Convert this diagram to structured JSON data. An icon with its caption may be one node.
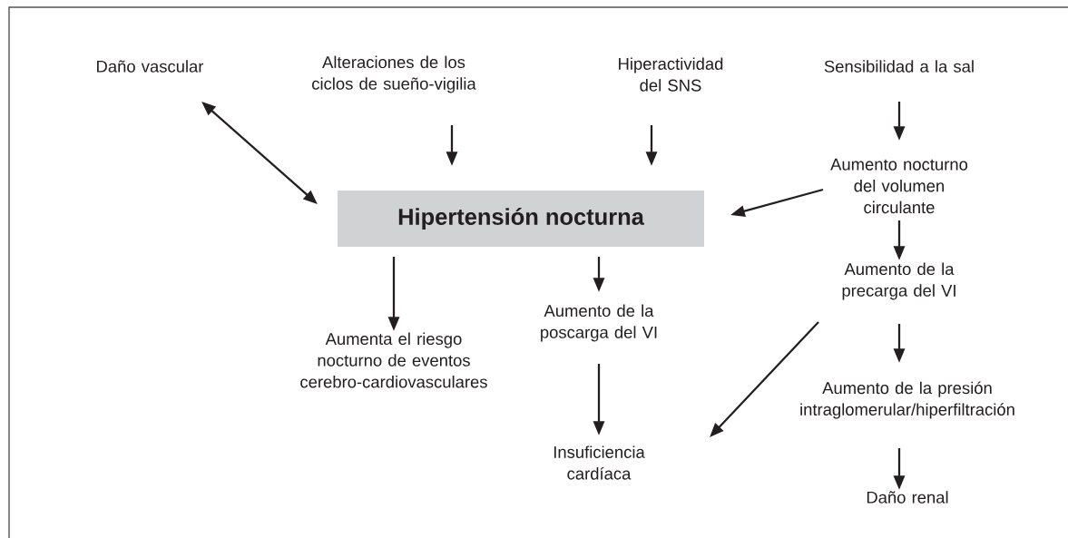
{
  "diagram": {
    "nodes": [
      {
        "text": [
          "Daño vascular"
        ]
      },
      {
        "text": [
          "Alteraciones de los ciclos de sueño-vigilia"
        ]
      },
      {
        "text": [
          "Hiperactividad del SNS"
        ]
      },
      {
        "text": [
          "Sensibilidad a la sal"
        ]
      },
      {
        "text": [
          "Hipertensión nocturna"
        ]
      },
      {
        "text": [
          "Aumento nocturno del volumen circulante"
        ]
      },
      {
        "text": [
          "Aumento de la precarga del VI"
        ]
      },
      {
        "text": [
          "Aumenta el riesgo nocturno de eventos cerebro-cardiovasculares"
        ]
      },
      {
        "text": [
          "Aumento de la poscarga del VI"
        ]
      },
      {
        "text": [
          "Aumento de la presión intraglomerular/hiperfiltración"
        ]
      },
      {
        "text": [
          "Insuficiencia cardíaca"
        ]
      },
      {
        "text": [
          "Daño renal"
        ]
      }
    ],
    "edges": [
      {
        "from": 0,
        "to": 4,
        "arrow": "both"
      },
      {
        "from": 1,
        "to": 4,
        "arrow": "to"
      },
      {
        "from": 2,
        "to": 4,
        "arrow": "to"
      },
      {
        "from": 3,
        "to": 5,
        "arrow": "to"
      },
      {
        "from": 5,
        "to": 4,
        "arrow": "to"
      },
      {
        "from": 5,
        "to": 6,
        "arrow": "to"
      },
      {
        "from": 4,
        "to": 7,
        "arrow": "to"
      },
      {
        "from": 4,
        "to": 8,
        "arrow": "to"
      },
      {
        "from": 6,
        "to": 9,
        "arrow": "to"
      },
      {
        "from": 8,
        "to": 10,
        "arrow": "to"
      },
      {
        "from": 6,
        "to": 10,
        "arrow": "to"
      },
      {
        "from": 9,
        "to": 11,
        "arrow": "to"
      }
    ]
  }
}
